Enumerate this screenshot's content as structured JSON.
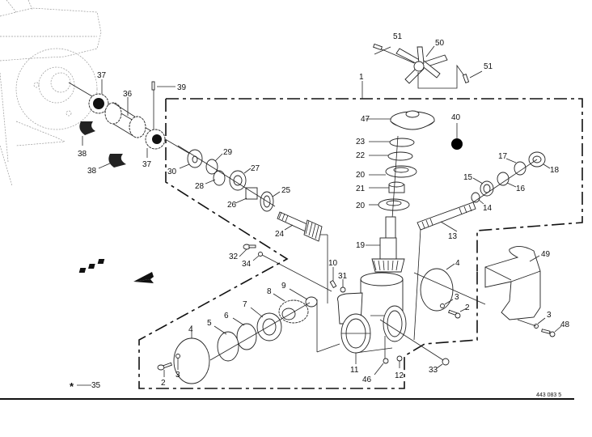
{
  "diagram": {
    "reference_number": "443 083 5",
    "callouts": {
      "c1": "1",
      "c2a": "2",
      "c2b": "2",
      "c3a": "3",
      "c3b": "3",
      "c3c": "3",
      "c4a": "4",
      "c4b": "4",
      "c5": "5",
      "c6": "6",
      "c7": "7",
      "c8": "8",
      "c9": "9",
      "c10": "10",
      "c11": "11",
      "c12": "12",
      "c13": "13",
      "c14": "14",
      "c15": "15",
      "c16": "16",
      "c17": "17",
      "c18": "18",
      "c19": "19",
      "c20a": "20",
      "c20b": "20",
      "c21": "21",
      "c22": "22",
      "c23": "23",
      "c24": "24",
      "c25": "25",
      "c26": "26",
      "c27": "27",
      "c28": "28",
      "c29": "29",
      "c30": "30",
      "c31": "31",
      "c32": "32",
      "c33": "33",
      "c34": "34",
      "c35": "35",
      "c36": "36",
      "c37a": "37",
      "c37b": "37",
      "c38a": "38",
      "c38b": "38",
      "c39": "39",
      "c40": "40",
      "c46": "46",
      "c47": "47",
      "c48": "48",
      "c49": "49",
      "c50": "50",
      "c51a": "51",
      "c51b": "51"
    },
    "legend_symbol": "*",
    "colors": {
      "line": "#222222",
      "ghost": "#999999",
      "fill": "#ffffff",
      "dot": "#000000"
    }
  }
}
